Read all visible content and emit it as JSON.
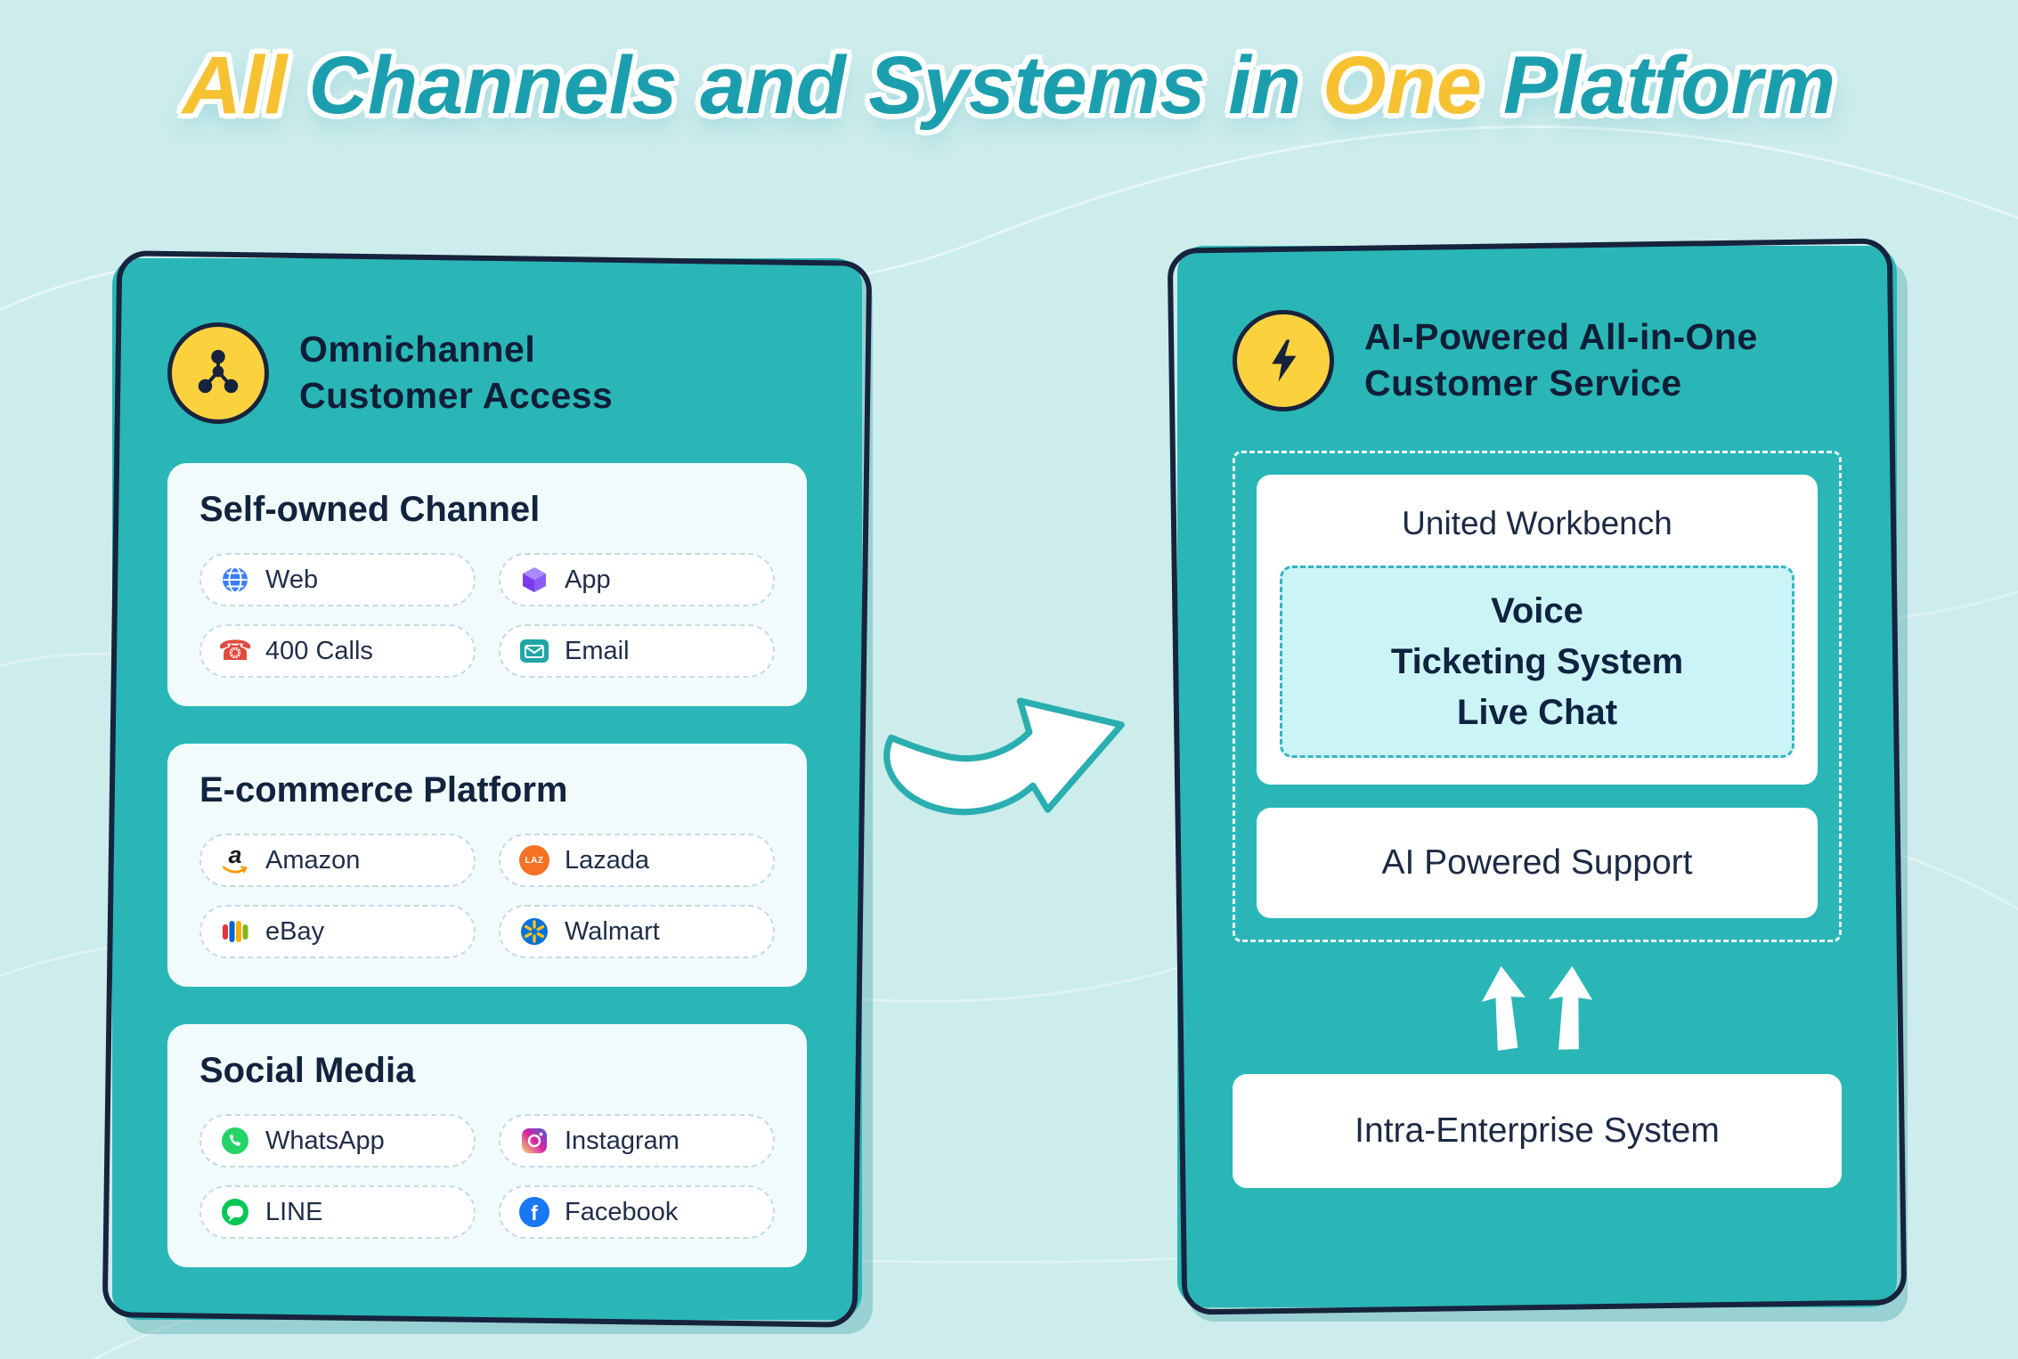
{
  "title": {
    "full_text": "All Channels and Systems in One Platform",
    "segments": [
      {
        "text": "All",
        "emphasis": "yellow"
      },
      {
        "text": "Channels and Systems in",
        "emphasis": "teal"
      },
      {
        "text": "One",
        "emphasis": "yellow"
      },
      {
        "text": "Platform",
        "emphasis": "teal"
      }
    ]
  },
  "left_panel": {
    "header": {
      "icon": "network-nodes-icon",
      "line1": "Omnichannel",
      "line2": "Customer Access"
    },
    "sections": [
      {
        "title": "Self-owned Channel",
        "items": [
          {
            "label": "Web",
            "icon": "globe-icon"
          },
          {
            "label": "App",
            "icon": "app-cube-icon"
          },
          {
            "label": "400 Calls",
            "icon": "phone-icon",
            "glyph": "☎"
          },
          {
            "label": "Email",
            "icon": "email-icon"
          }
        ]
      },
      {
        "title": "E-commerce Platform",
        "items": [
          {
            "label": "Amazon",
            "icon": "amazon-icon",
            "glyph": "a"
          },
          {
            "label": "Lazada",
            "icon": "lazada-icon",
            "glyph": "LAZ"
          },
          {
            "label": "eBay",
            "icon": "ebay-icon"
          },
          {
            "label": "Walmart",
            "icon": "walmart-icon"
          }
        ]
      },
      {
        "title": "Social Media",
        "items": [
          {
            "label": "WhatsApp",
            "icon": "whatsapp-icon"
          },
          {
            "label": "Instagram",
            "icon": "instagram-icon"
          },
          {
            "label": "LINE",
            "icon": "line-icon"
          },
          {
            "label": "Facebook",
            "icon": "facebook-icon",
            "glyph": "f"
          }
        ]
      }
    ]
  },
  "right_panel": {
    "header": {
      "icon": "lightning-icon",
      "line1": "AI-Powered All-in-One",
      "line2": "Customer Service"
    },
    "workbench": {
      "title": "United Workbench",
      "items": [
        "Voice",
        "Ticketing System",
        "Live Chat"
      ]
    },
    "support_label": "AI Powered Support",
    "enterprise_label": "Intra-Enterprise System"
  },
  "colors": {
    "background": "#cdecec",
    "panel_teal": "#2ab6b7",
    "outline_navy": "#17233d",
    "accent_yellow": "#f6c231",
    "title_teal": "#1b9fae",
    "text_dark": "#14213c",
    "workbench_box_cyan": "#cbf4f7"
  }
}
